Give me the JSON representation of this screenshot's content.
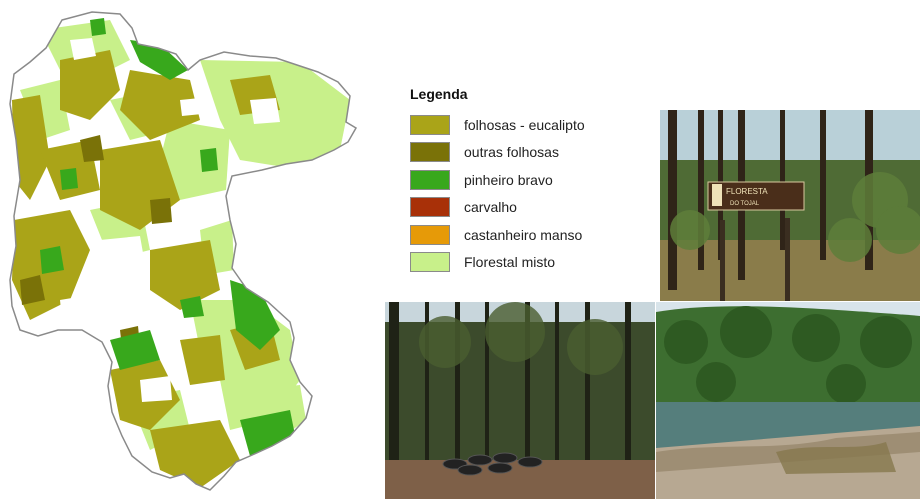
{
  "legend": {
    "title": "Legenda",
    "items": [
      {
        "label": "folhosas - eucalipto",
        "color": "#aaa418"
      },
      {
        "label": "outras folhosas",
        "color": "#7a7208"
      },
      {
        "label": "pinheiro bravo",
        "color": "#38a81c"
      },
      {
        "label": "carvalho",
        "color": "#a83008"
      },
      {
        "label": "castanheiro manso",
        "color": "#e69a08"
      },
      {
        "label": "Florestal misto",
        "color": "#c8f08a"
      }
    ]
  },
  "map": {
    "outline_color": "#8a8a8a"
  },
  "photos": {
    "sign": {
      "sign_text": "FLORESTA",
      "sign_subtext": "DO TOJAL"
    }
  }
}
